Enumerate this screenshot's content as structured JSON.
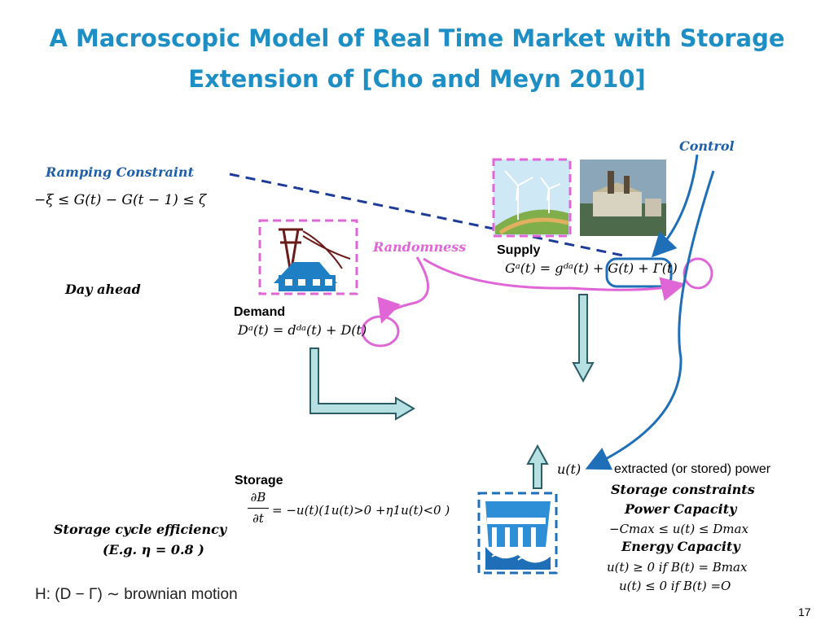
{
  "slide": {
    "title_line1": "A Macroscopic Model of Real Time Market with Storage",
    "title_line2": "Extension of  [Cho and Meyn 2010]",
    "page_number": "17"
  },
  "labels": {
    "ramping_constraint": "Ramping Constraint",
    "ramping_formula": "−ξ ≤ G(t) − G(t − 1) ≤ ζ",
    "control": "Control",
    "randomness": "Randomness",
    "day_ahead": "Day ahead",
    "supply": "Supply",
    "supply_formula": "Gᵃ(t) = gᵈᵃ(t) + G(t) + Γ(t)",
    "demand": "Demand",
    "demand_formula": "Dᵃ(t) = dᵈᵃ(t) + D(t)",
    "u_t": "u(t)",
    "extracted_power": "extracted (or stored)  power",
    "storage": "Storage",
    "storage_eq_lhs_num": "∂B",
    "storage_eq_lhs_den": "∂t",
    "storage_eq_rhs": "= −u(t)(1u(t)>0 +η1u(t)<0 )",
    "storage_constraints": "Storage constraints",
    "power_capacity": "Power Capacity",
    "power_formula": "−Cmax ≤ u(t) ≤ Dmax",
    "energy_capacity": "Energy Capacity",
    "energy_formula1": "u(t) ≥ 0 if B(t) = Bmax",
    "energy_formula2": "u(t) ≤ 0 if B(t) =O",
    "cycle_efficiency": "Storage cycle efficiency",
    "cycle_example": "(E.g. η = 0.8 )",
    "brownian": "H: (D − Γ) ∼ brownian motion"
  },
  "colors": {
    "title": "#1e8fc4",
    "blue_handwriting": "#1f5fa8",
    "pink": "#e066d8",
    "dark_blue_dash": "#1e3a9a",
    "arrow_fill": "#b7e0e3",
    "arrow_stroke": "#2b5d66"
  }
}
